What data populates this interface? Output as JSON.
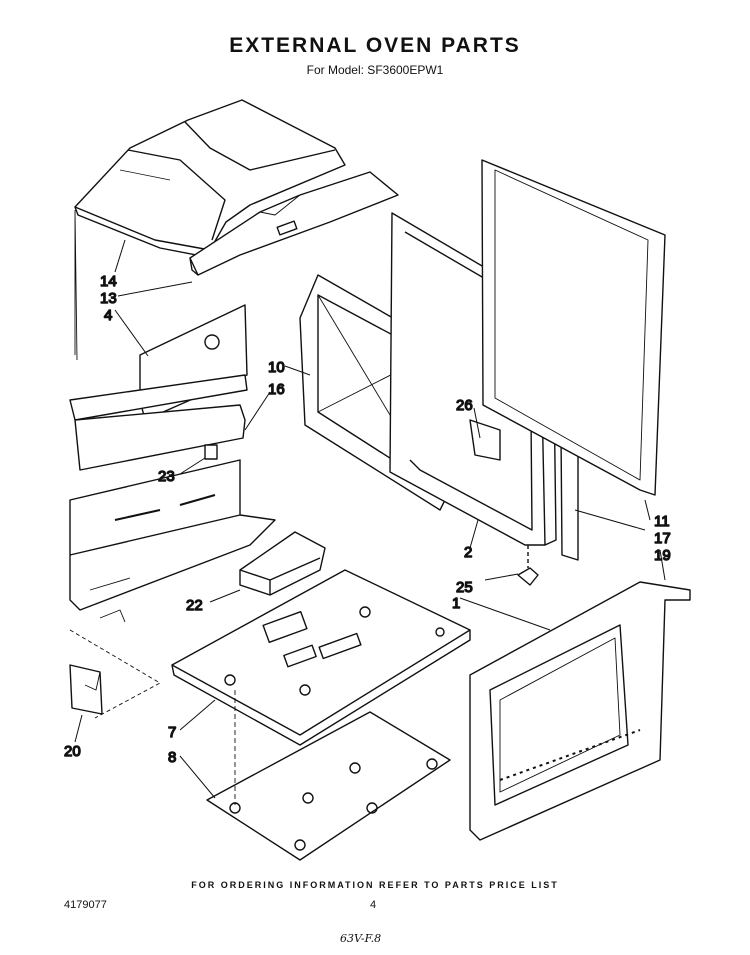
{
  "header": {
    "title": "EXTERNAL OVEN PARTS",
    "subtitle": "For Model: SF3600EPW1"
  },
  "callouts": {
    "c14": "14",
    "c13": "13",
    "c4": "4",
    "c10": "10",
    "c16": "16",
    "c26": "26",
    "c23": "23",
    "c11": "11",
    "c17": "17",
    "c19": "19",
    "c2": "2",
    "c25": "25",
    "c22": "22",
    "c1": "1",
    "c7": "7",
    "c8": "8",
    "c20": "20"
  },
  "footer": {
    "note": "FOR ORDERING INFORMATION REFER TO PARTS PRICE LIST",
    "doc_number": "4179077",
    "page_number": "4",
    "handwritten": "63V-F.8"
  }
}
